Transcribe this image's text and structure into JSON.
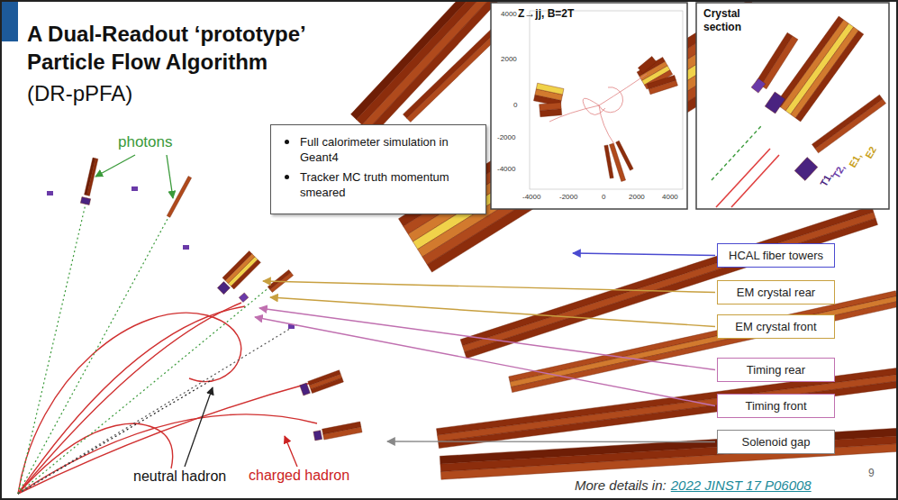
{
  "diagram": {
    "title": "A Dual-Readout ‘prototype’ Particle Flow Algorithm",
    "nodes": [
      {
        "text": [
          "Full calorimeter simulation in Geant4",
          "Tracker MC truth momentum smeared"
        ]
      },
      {
        "text": [
          "Z→jj, B=2T"
        ]
      },
      {
        "text": [
          "Crystal section"
        ]
      },
      {
        "text": [
          "HCAL fiber towers"
        ]
      },
      {
        "text": [
          "EM crystal rear"
        ]
      },
      {
        "text": [
          "EM crystal front"
        ]
      },
      {
        "text": [
          "Timing rear"
        ]
      },
      {
        "text": [
          "Timing front"
        ]
      },
      {
        "text": [
          "Solenoid gap"
        ]
      }
    ],
    "labels": [
      "(DR-pPFA)",
      "photons",
      "4000",
      "2000",
      "0",
      "-2000",
      "-4000",
      "-4000",
      "-2000",
      "0",
      "2000",
      "4000",
      "T1,",
      "T2,",
      "E1,",
      "E2",
      "neutral hadron",
      "charged hadron",
      "More details in:",
      "2022 JINST 17 P06008",
      "9"
    ]
  }
}
